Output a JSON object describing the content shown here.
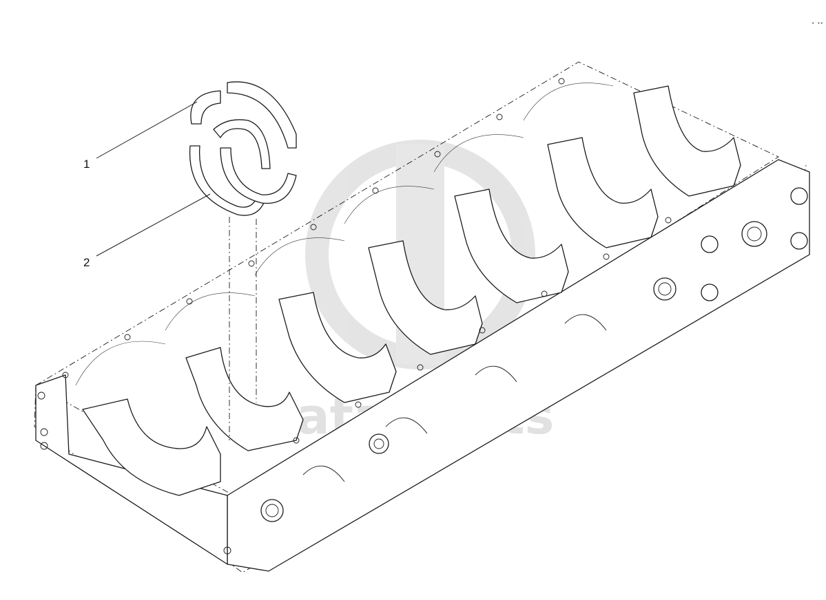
{
  "diagram": {
    "callouts": [
      {
        "label": "1",
        "part": "thrust-washer-upper"
      },
      {
        "label": "2",
        "part": "thrust-washer-lower"
      }
    ],
    "watermark_text": "ata-parts",
    "corner_mark": "• ••",
    "line_color": "#1a1a1a",
    "watermark_color": "#c9c9c9"
  }
}
